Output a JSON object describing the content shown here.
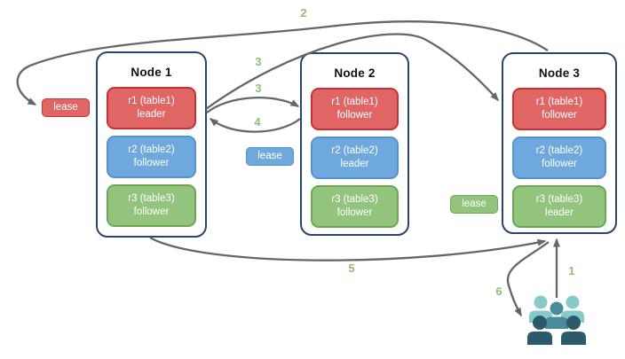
{
  "nodes": [
    {
      "title": "Node 1",
      "replicas": [
        {
          "name": "r1 (table1)",
          "role": "leader",
          "color": "red"
        },
        {
          "name": "r2 (table2)",
          "role": "follower",
          "color": "blue"
        },
        {
          "name": "r3 (table3)",
          "role": "follower",
          "color": "green"
        }
      ]
    },
    {
      "title": "Node 2",
      "replicas": [
        {
          "name": "r1 (table1)",
          "role": "follower",
          "color": "red"
        },
        {
          "name": "r2 (table2)",
          "role": "leader",
          "color": "blue"
        },
        {
          "name": "r3 (table3)",
          "role": "follower",
          "color": "green"
        }
      ]
    },
    {
      "title": "Node 3",
      "replicas": [
        {
          "name": "r1 (table1)",
          "role": "follower",
          "color": "red"
        },
        {
          "name": "r2 (table2)",
          "role": "follower",
          "color": "blue"
        },
        {
          "name": "r3 (table3)",
          "role": "leader",
          "color": "green"
        }
      ]
    }
  ],
  "leases": [
    {
      "label": "lease",
      "color": "red"
    },
    {
      "label": "lease",
      "color": "blue"
    },
    {
      "label": "lease",
      "color": "green"
    }
  ],
  "steps": [
    "1",
    "2",
    "3",
    "3",
    "4",
    "5",
    "6"
  ],
  "colors": {
    "node_border": "#28456c",
    "arrow": "#666666",
    "step_label": "#8fbe72",
    "red_fill": "#e06666",
    "red_border": "#c93030",
    "blue_fill": "#6fa8dc",
    "blue_border": "#5592d2",
    "green_fill": "#93c47d",
    "green_border": "#6aa84f",
    "users_light": "#87cbc9",
    "users_medium": "#4a8b9b",
    "users_dark": "#2b5a68"
  }
}
